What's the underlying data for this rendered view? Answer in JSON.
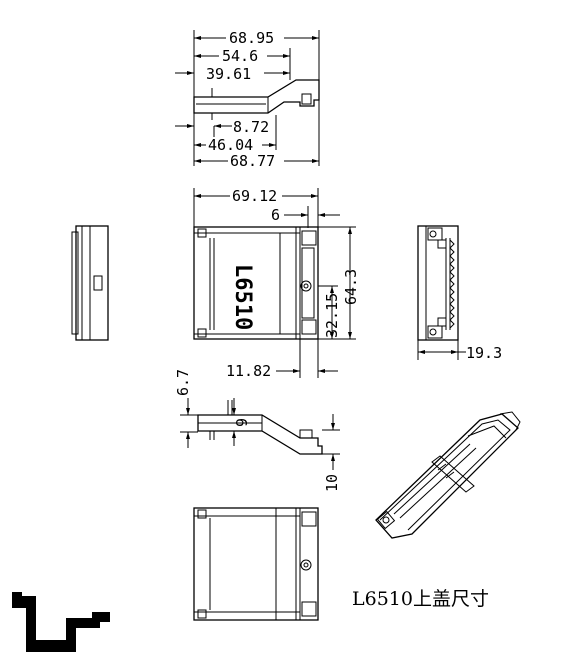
{
  "dimensions": {
    "top_view": {
      "overall_a": "68.95",
      "overall_b": "54.6",
      "overall_c": "39.61",
      "lower_a": "8.72",
      "lower_b": "46.04",
      "lower_c": "68.77"
    },
    "plan_view": {
      "width": "69.12",
      "right_inset": "6",
      "height": "64.3",
      "mid_height": "32.15",
      "bottom_left": "11.82"
    },
    "side_view": {
      "side_width": "19.3"
    },
    "section_view": {
      "offset": "6.7",
      "thickness": "6",
      "height": "10"
    }
  },
  "part_marking": "L6510",
  "caption": "L6510上盖尺寸",
  "colors": {
    "ink": "#000000",
    "background": "#ffffff"
  }
}
